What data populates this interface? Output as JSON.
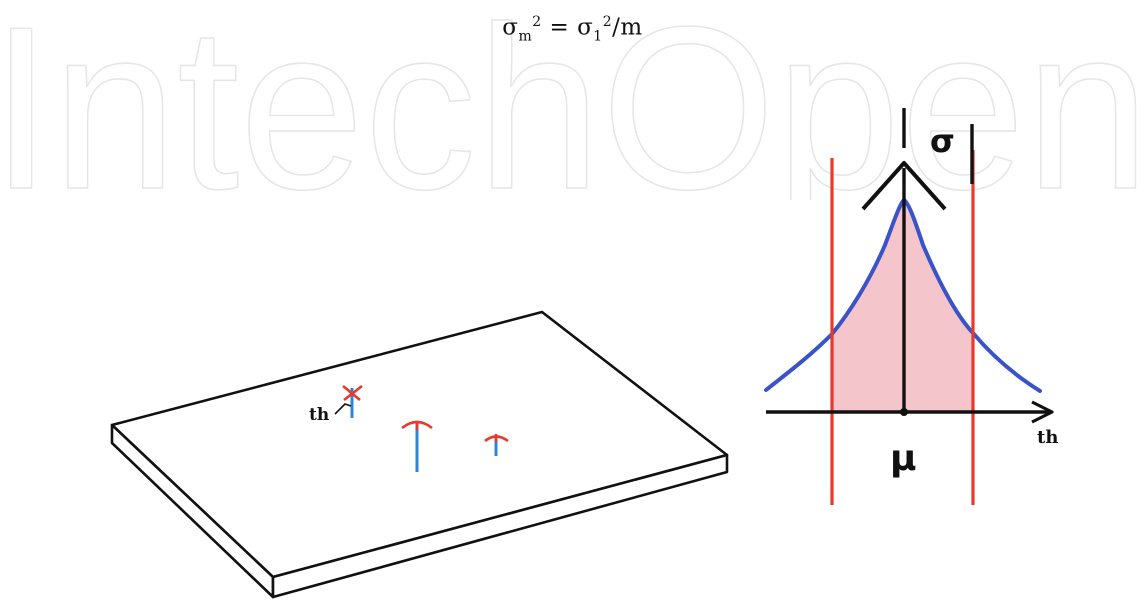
{
  "watermark": {
    "text": "IntechOpen"
  },
  "formula": {
    "sigma": "σ",
    "m_sub": "m",
    "one_sub": "1",
    "square": "2",
    "equals": " = ",
    "slash": "/",
    "m": "m"
  },
  "plate": {
    "label_th": "th"
  },
  "distribution": {
    "sigma_label": "σ",
    "mu_label": "μ",
    "axis_label": "th"
  },
  "colors": {
    "curve": "#3a53c8",
    "fill": "#f4c6cc",
    "red_lines": "#e8392b",
    "sensor_stem": "#2f84d8",
    "sensor_head": "#e8392b",
    "outline": "#111111"
  }
}
